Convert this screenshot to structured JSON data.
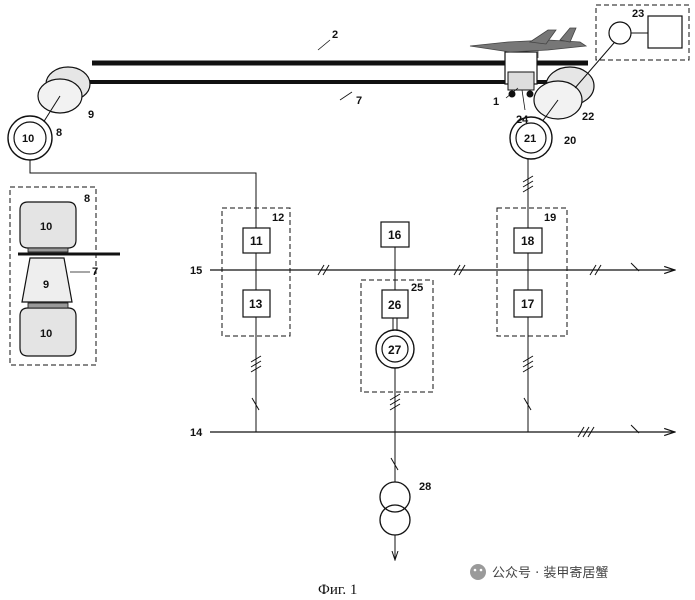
{
  "figure": {
    "caption": "Фиг. 1",
    "watermark": "公众号 · 装甲寄居蟹"
  },
  "labels": {
    "l1": "1",
    "l2": "2",
    "l7": "7",
    "l24": "24",
    "l23": "23",
    "l9": "9",
    "l8": "8",
    "l10": "10",
    "l21": "21",
    "l20": "20",
    "l22": "22",
    "d8": "8",
    "d10a": "10",
    "d7": "7",
    "d9": "9",
    "d10b": "10",
    "b11": "11",
    "b12": "12",
    "b13": "13",
    "b16": "16",
    "b26": "26",
    "b25": "25",
    "b27": "27",
    "b18": "18",
    "b19": "19",
    "b17": "17",
    "bus15": "15",
    "bus14": "14",
    "t28": "28"
  }
}
